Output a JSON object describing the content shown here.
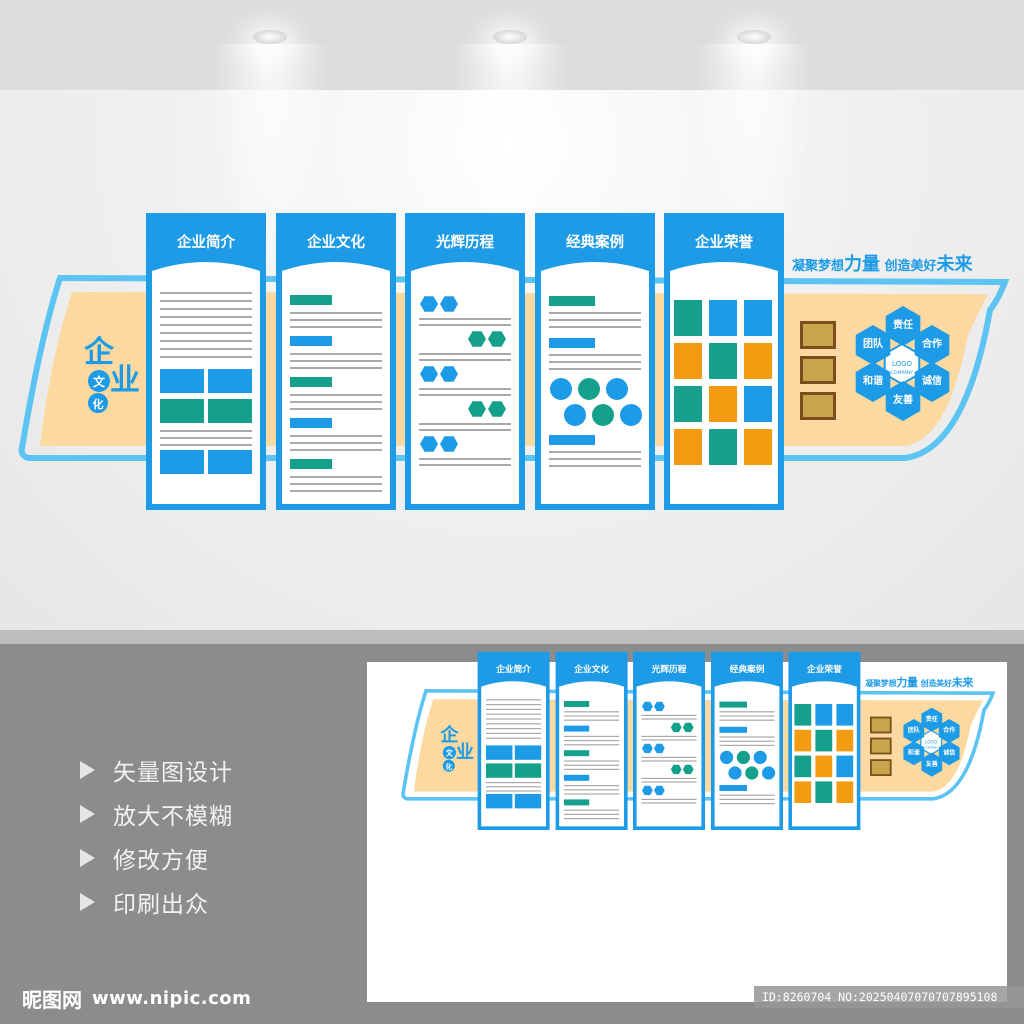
{
  "panels": [
    {
      "title": "企业简介",
      "kind": "intro"
    },
    {
      "title": "企业文化",
      "kind": "culture"
    },
    {
      "title": "光辉历程",
      "kind": "history"
    },
    {
      "title": "经典案例",
      "kind": "cases"
    },
    {
      "title": "企业荣誉",
      "kind": "honor"
    }
  ],
  "slogan": {
    "part1": "凝聚梦想",
    "part2": "力量",
    "part3": " 创造美好",
    "part4": "未来"
  },
  "emblem": {
    "big1": "企",
    "big2": "业",
    "small1": "文",
    "small2": "化"
  },
  "values": {
    "center": "LOGO",
    "center_sub": "COMPANY",
    "items": [
      "责任",
      "合作",
      "诚信",
      "友善",
      "和谐",
      "团队"
    ]
  },
  "features": [
    "矢量图设计",
    "放大不模糊",
    "修改方便",
    "印刷出众"
  ],
  "brand": {
    "name": "昵图网",
    "url": "www.nipic.com"
  },
  "id_tag": "ID:8260704 NO:20250407070707895108",
  "colors": {
    "blue": "#1e9be6",
    "light_blue": "#5cc4f2",
    "teal": "#15a08c",
    "orange": "#f39c12",
    "peach": "#fbd9a0",
    "gold": "#c8a64b"
  }
}
